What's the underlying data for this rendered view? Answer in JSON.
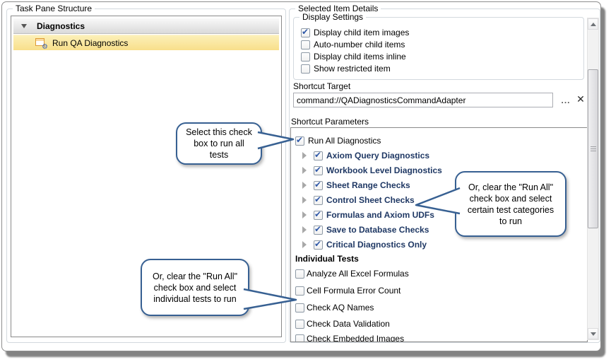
{
  "groups": {
    "left_title": "Task Pane Structure",
    "right_title": "Selected Item Details"
  },
  "tree": {
    "root_label": "Diagnostics",
    "selected_item": "Run QA Diagnostics"
  },
  "display_settings": {
    "title": "Display Settings",
    "items": [
      {
        "label": "Display child item images",
        "checked": true
      },
      {
        "label": "Auto-number child items",
        "checked": false
      },
      {
        "label": "Display child items inline",
        "checked": false
      },
      {
        "label": "Show restricted item",
        "checked": false
      }
    ]
  },
  "shortcut_target": {
    "label": "Shortcut Target",
    "value": "command://QADiagnosticsCommandAdapter",
    "browse_label": "...",
    "clear_label": "✕"
  },
  "shortcut_parameters": {
    "label": "Shortcut Parameters",
    "run_all": {
      "label": "Run All Diagnostics",
      "checked": true
    },
    "categories": [
      {
        "label": "Axiom Query Diagnostics",
        "checked": true
      },
      {
        "label": "Workbook Level Diagnostics",
        "checked": true
      },
      {
        "label": "Sheet Range Checks",
        "checked": true
      },
      {
        "label": "Control Sheet Checks",
        "checked": true
      },
      {
        "label": "Formulas and Axiom UDFs",
        "checked": true
      },
      {
        "label": "Save to Database Checks",
        "checked": true
      },
      {
        "label": "Critical Diagnostics Only",
        "checked": true
      }
    ],
    "individual_tests_header": "Individual Tests",
    "individual_tests": [
      {
        "label": "Analyze All Excel Formulas",
        "checked": false
      },
      {
        "label": "Cell Formula Error Count",
        "checked": false
      },
      {
        "label": "Check AQ Names",
        "checked": false
      },
      {
        "label": "Check Data Validation",
        "checked": false
      },
      {
        "label": "Check Embedded Images",
        "checked": false
      }
    ]
  },
  "callouts": [
    {
      "text": "Select this check box to run all tests"
    },
    {
      "text": "Or, clear the \"Run All\" check box and select certain test categories to run"
    },
    {
      "text": "Or, clear the \"Run All\" check box and select individual tests to run"
    }
  ],
  "colors": {
    "callout_border": "#376092",
    "selected_row_yellow": "#F8DF8B",
    "category_text": "#1F3864",
    "check_blue": "#2F58A7",
    "shadow_gray": "#767676"
  }
}
